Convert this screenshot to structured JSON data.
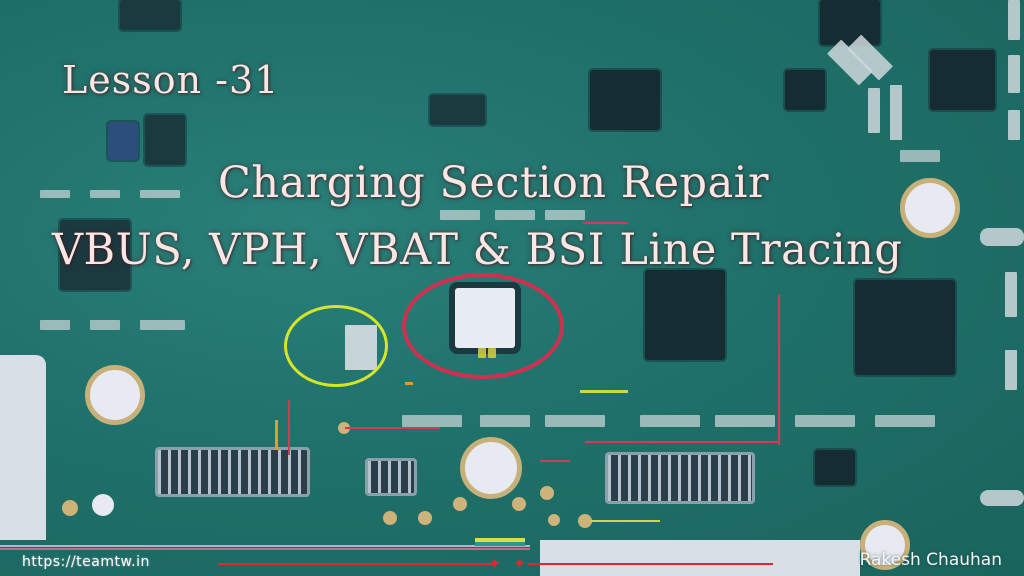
{
  "thumbnail": {
    "lesson_label": "Lesson -31",
    "title_line_1": "Charging Section Repair",
    "title_line_2": "VBUS, VPH, VBAT & BSI Line Tracing",
    "url": "https://teamtw.in",
    "author": "Rakesh Chauhan"
  },
  "background": {
    "subject": "phone-pcb-motherboard",
    "pcb_color": "#1f716a",
    "title_text_color": "#fbe6e3"
  },
  "highlights": [
    {
      "name": "yellow-circle-marker",
      "color": "#d5e52a"
    },
    {
      "name": "red-circle-marker",
      "color": "#d0304f"
    }
  ],
  "trace_colors": {
    "red": "#d43a57",
    "yellow": "#c8d84a",
    "orange": "#e59a2a"
  },
  "footer": {
    "accent_line_color": "#e3262f",
    "star_glyph": "✦"
  }
}
